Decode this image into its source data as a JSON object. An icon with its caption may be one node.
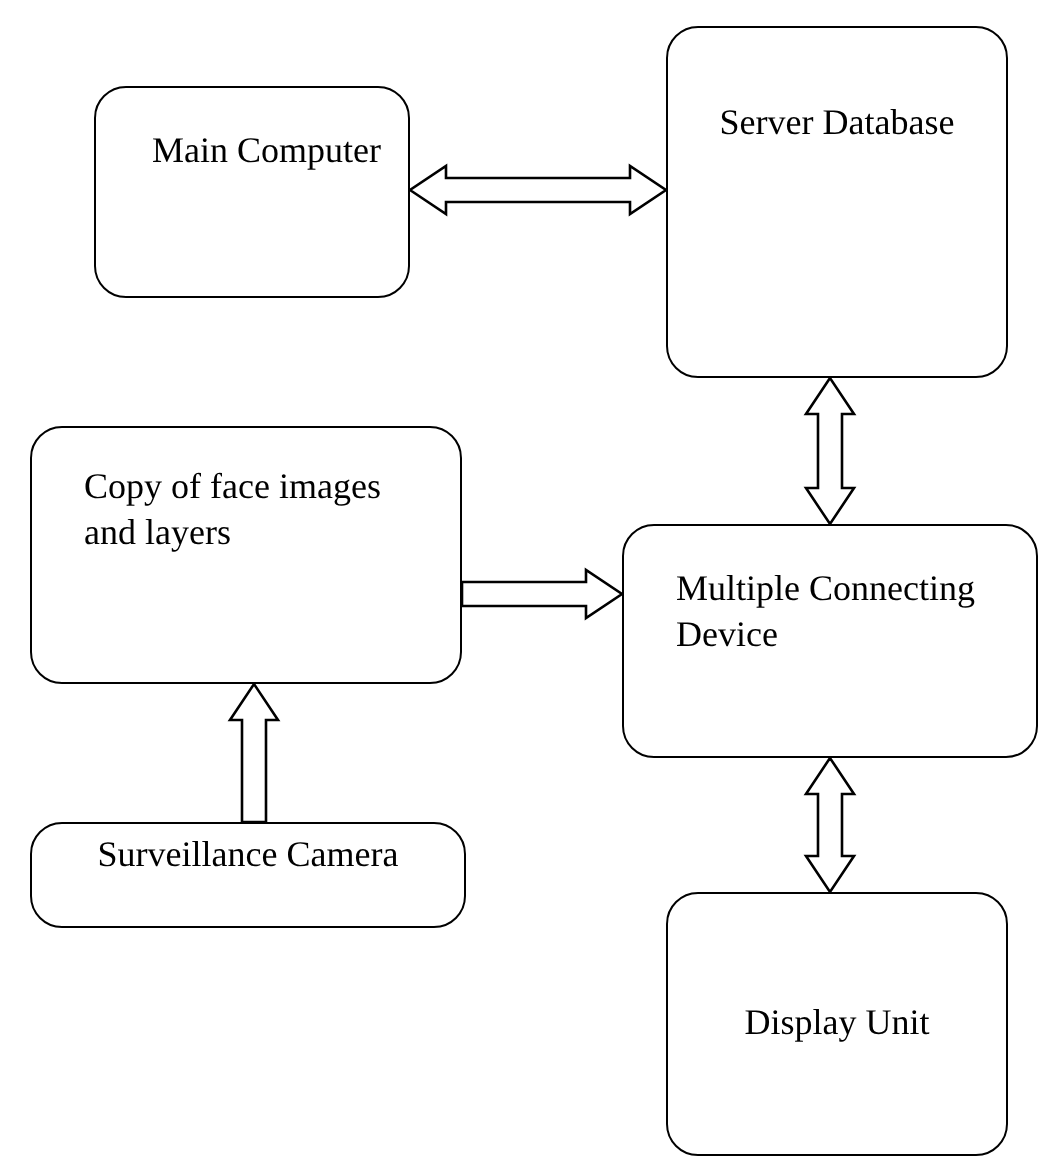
{
  "diagram": {
    "nodes": [
      {
        "text": [
          "Main Computer"
        ]
      },
      {
        "text": [
          "Server Database"
        ]
      },
      {
        "text": [
          "Copy of face images and layers"
        ]
      },
      {
        "text": [
          "Multiple Connecting Device"
        ]
      },
      {
        "text": [
          "Surveillance Camera"
        ]
      },
      {
        "text": [
          "Display Unit"
        ]
      }
    ],
    "edges": [
      {
        "from": 0,
        "to": 1,
        "arrow": "both"
      },
      {
        "from": 1,
        "to": 3,
        "arrow": "both"
      },
      {
        "from": 2,
        "to": 3,
        "arrow": "to"
      },
      {
        "from": 4,
        "to": 2,
        "arrow": "to"
      },
      {
        "from": 3,
        "to": 5,
        "arrow": "both"
      }
    ]
  }
}
